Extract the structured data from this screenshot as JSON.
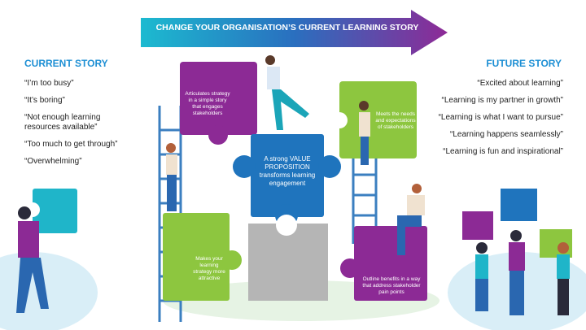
{
  "banner": {
    "label": "CHANGE YOUR ORGANISATION’S CURRENT LEARNING STORY"
  },
  "current_story": {
    "heading": "CURRENT STORY",
    "items": [
      "“I’m too busy”",
      "“It’s boring”",
      "“Not enough learning resources available”",
      "“Too much to get through”",
      "“Overwhelming”"
    ]
  },
  "future_story": {
    "heading": "FUTURE STORY",
    "items": [
      "“Excited about learning”",
      "“Learning is my partner in growth”",
      "“Learning is what I want to pursue”",
      "“Learning happens seamlessly”",
      "“Learning is fun and inspirational”"
    ]
  },
  "pieces": {
    "top_left": "Articulates strategy in a simple story that engages stakeholders",
    "top_right": "Meets the needs and expectations of stakeholders",
    "center": "A strong VALUE PROPOSITION transforms learning engagement",
    "bottom_left": "Makes your learning strategy more attractive",
    "bottom_right": "Outline benefits in a way that address stakeholder pain points"
  },
  "colors": {
    "purple": "#8c2a95",
    "green": "#8dc63f",
    "blue": "#1f74bd",
    "gray": "#b5b5b5",
    "teal": "#1fb5c9",
    "heading": "#1d8fd4"
  }
}
